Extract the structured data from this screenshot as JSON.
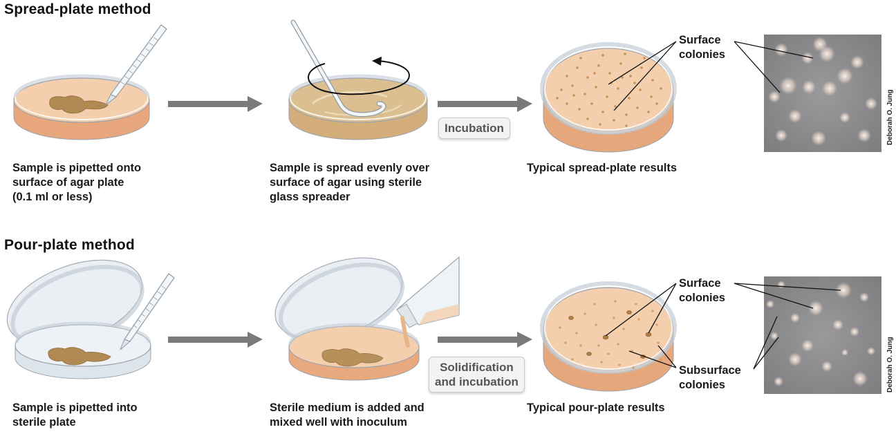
{
  "spread": {
    "title": "Spread-plate method",
    "step1_caption": "Sample is pipetted onto\nsurface of agar plate\n(0.1 ml or less)",
    "step2_caption": "Sample is spread evenly over\nsurface of agar using sterile\nglass spreader",
    "step3_caption": "Typical spread-plate results",
    "incubation_label": "Incubation",
    "surface_label": "Surface\ncolonies",
    "photo_credit": "Deborah O. Jung"
  },
  "pour": {
    "title": "Pour-plate method",
    "step1_caption": "Sample is pipetted into\nsterile plate",
    "step2_caption": "Sterile medium is added and\nmixed well with inoculum",
    "step3_caption": "Typical pour-plate results",
    "incubation_label": "Solidification\nand incubation",
    "surface_label": "Surface\ncolonies",
    "subsurface_label": "Subsurface\ncolonies",
    "photo_credit": "Deborah O. Jung"
  },
  "colors": {
    "agar": "#f2c9a3",
    "agar_dark": "#e3a77c",
    "sample": "#b08a52",
    "spread_agar": "#d9b98a",
    "colony": "#c98f55",
    "arrow": "#7a7a7a",
    "photo_bg": "#8a8a8c"
  }
}
